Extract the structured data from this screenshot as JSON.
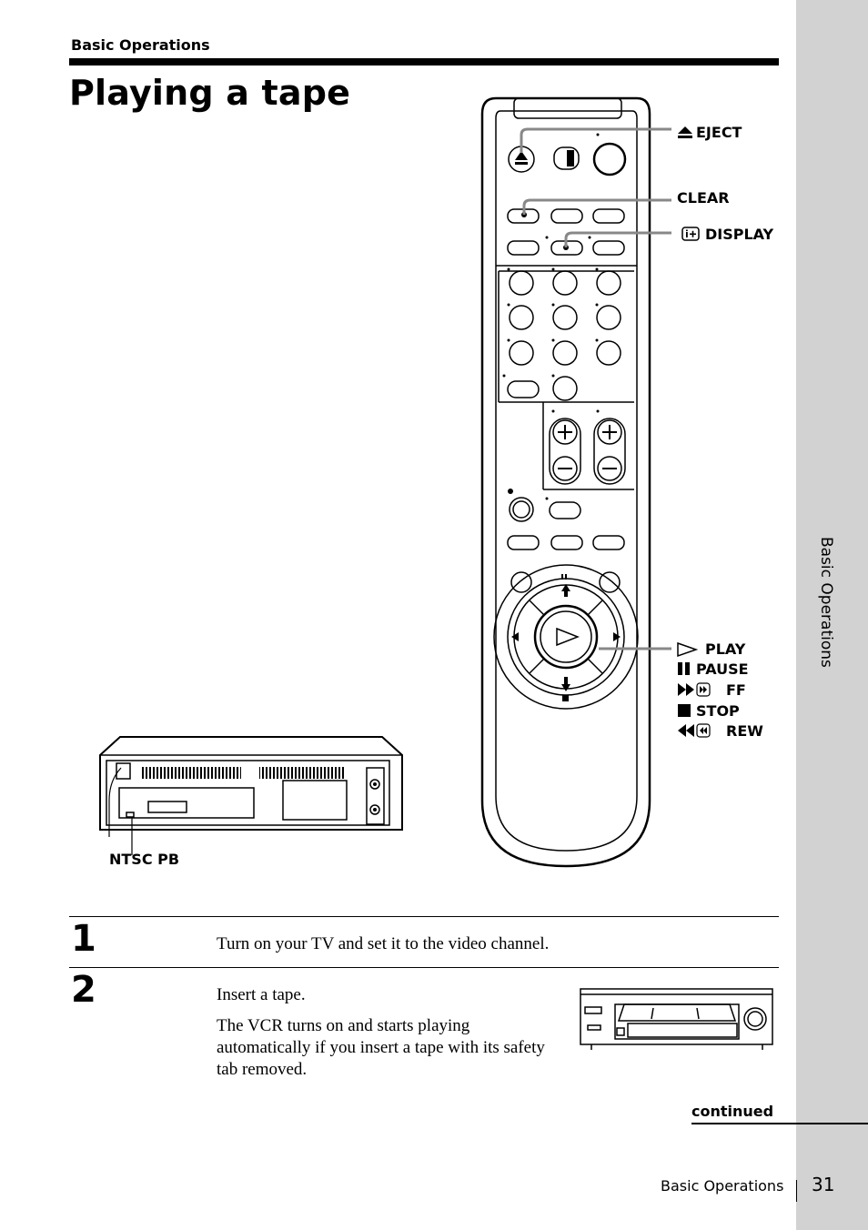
{
  "header": {
    "section": "Basic Operations"
  },
  "page": {
    "title": "Playing a tape",
    "number": "31"
  },
  "side_tab": {
    "label": "Basic Operations"
  },
  "remote_callouts": {
    "eject": "EJECT",
    "clear": "CLEAR",
    "display": "DISPLAY",
    "play": "PLAY",
    "pause": "PAUSE",
    "ff": "FF",
    "stop": "STOP",
    "rew": "REW"
  },
  "vcr_rear": {
    "switch_label": "NTSC PB"
  },
  "steps": [
    {
      "number": "1",
      "lines": [
        "Turn on your TV and set it to the video channel."
      ]
    },
    {
      "number": "2",
      "lines": [
        "Insert a tape.",
        "The VCR turns on and starts playing automatically if you insert a tape with its safety tab removed."
      ]
    }
  ],
  "footer": {
    "continued": "continued",
    "section": "Basic Operations"
  }
}
